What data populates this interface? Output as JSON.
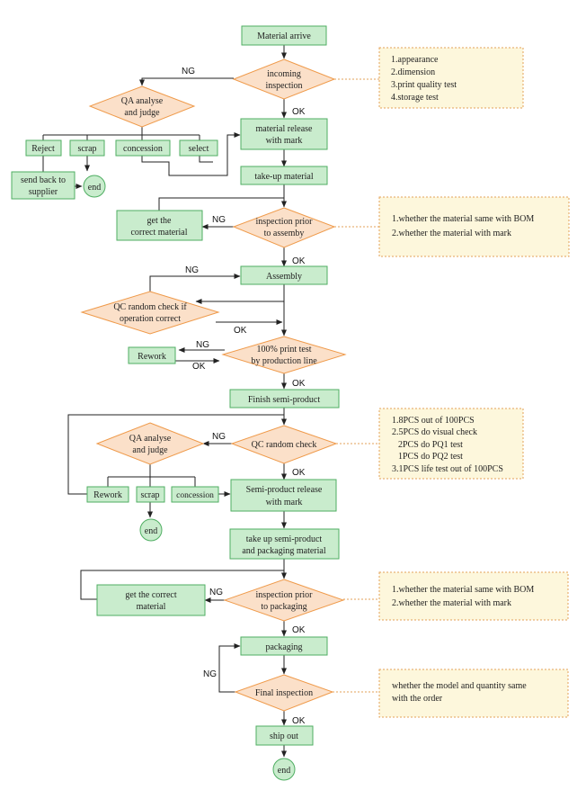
{
  "nodes": {
    "material_arrive": "Material arrive",
    "incoming_inspection": [
      "incoming",
      "inspection"
    ],
    "qa_analyse_1": [
      "QA analyse",
      "and judge"
    ],
    "reject": "Reject",
    "scrap_1": "scrap",
    "concession_1": "concession",
    "select": "select",
    "send_back": [
      "send back to",
      "supplier"
    ],
    "end_1": "end",
    "material_release": [
      "material release",
      "with mark"
    ],
    "take_up_material": "take-up material",
    "get_correct_1": [
      "get the",
      "correct material"
    ],
    "inspection_assembly": [
      "inspection prior",
      "to assemby"
    ],
    "assembly": "Assembly",
    "qc_random_operation": [
      "QC random check if",
      "operation correct"
    ],
    "rework_1": "Rework",
    "print_test": [
      "100% print test",
      "by production line"
    ],
    "finish_semi": "Finish semi-product",
    "qa_analyse_2": [
      "QA analyse",
      "and judge"
    ],
    "qc_random_check": "QC random check",
    "rework_2": "Rework",
    "scrap_2": "scrap",
    "concession_2": "concession",
    "end_2": "end",
    "semi_release": [
      "Semi-product release",
      "with mark"
    ],
    "take_up_semi": [
      "take up semi-product",
      "and packaging material"
    ],
    "get_correct_2": [
      "get the correct",
      "material"
    ],
    "inspection_packaging": [
      "inspection prior",
      "to packaging"
    ],
    "packaging": "packaging",
    "final_inspection": "Final inspection",
    "ship_out": "ship out",
    "end_3": "end"
  },
  "edge_labels": {
    "ng": "NG",
    "ok": "OK"
  },
  "notes": {
    "incoming": [
      "1.appearance",
      "2.dimension",
      "3.print quality test",
      "4.storage test"
    ],
    "assembly": [
      "1.whether the material same with BOM",
      "2.whether the material with mark"
    ],
    "qc": [
      "1.8PCS out of 100PCS",
      "2.5PCS do visual check",
      "  2PCS do PQ1 test",
      "  1PCS do PQ2 test",
      "3.1PCS life test out of 100PCS"
    ],
    "packaging": [
      "1.whether the material same with BOM",
      "2.whether the material with mark"
    ],
    "final": [
      "whether the model and quantity same",
      "with the order"
    ]
  },
  "colors": {
    "process_fill": "#c9eccd",
    "process_stroke": "#4fae62",
    "decision_fill": "#fbe0c9",
    "decision_stroke": "#ef9a4a",
    "note_fill": "#fdf7dc",
    "note_stroke": "#e3a258"
  }
}
